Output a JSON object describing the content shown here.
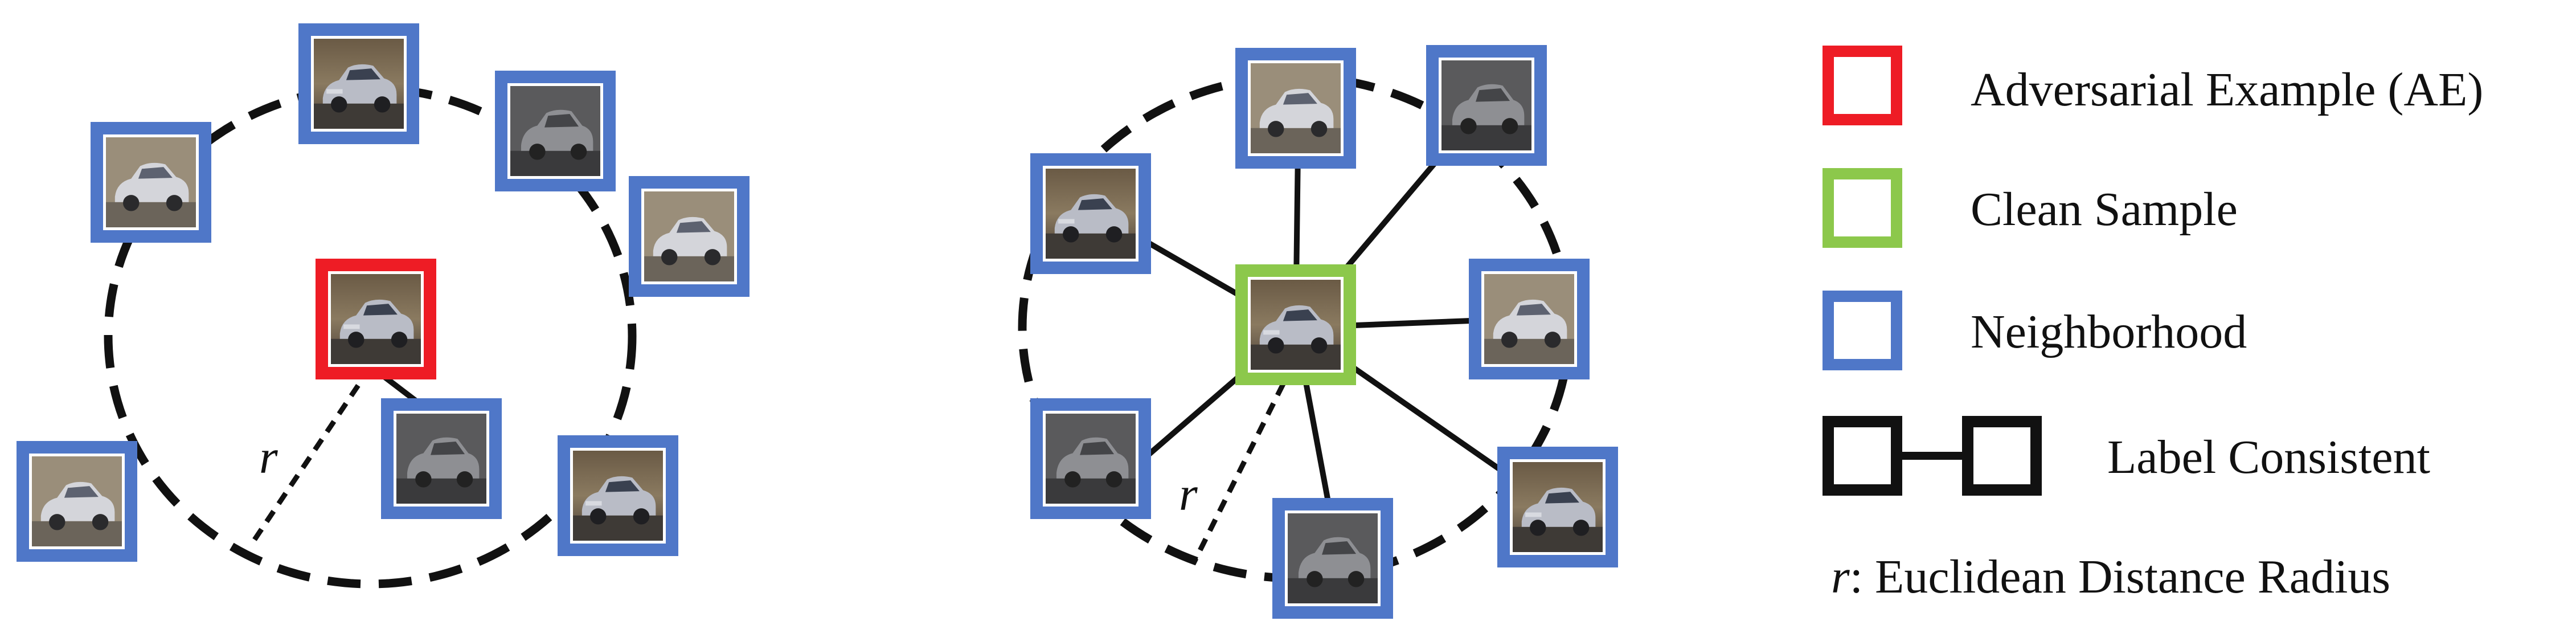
{
  "colors": {
    "adversarial": "#ee1c25",
    "clean": "#8cc84b",
    "neighborhood": "#4f77c8",
    "line": "#111111"
  },
  "icons": {
    "thumbnail": "car-image-icon"
  },
  "left_panel": {
    "center_kind": "adversarial",
    "radius_label": "r",
    "neighbor_count": 7,
    "connected_neighbor_count": 1
  },
  "middle_panel": {
    "center_kind": "clean",
    "radius_label": "r",
    "neighbor_count": 7,
    "connected_neighbor_count": 7
  },
  "legend": {
    "adversarial_label": "Adversarial Example (AE)",
    "clean_label": "Clean Sample",
    "neighborhood_label": "Neighborhood",
    "consistent_label": "Label Consistent",
    "radius_symbol": "r",
    "radius_label": ": Euclidean Distance Radius"
  }
}
